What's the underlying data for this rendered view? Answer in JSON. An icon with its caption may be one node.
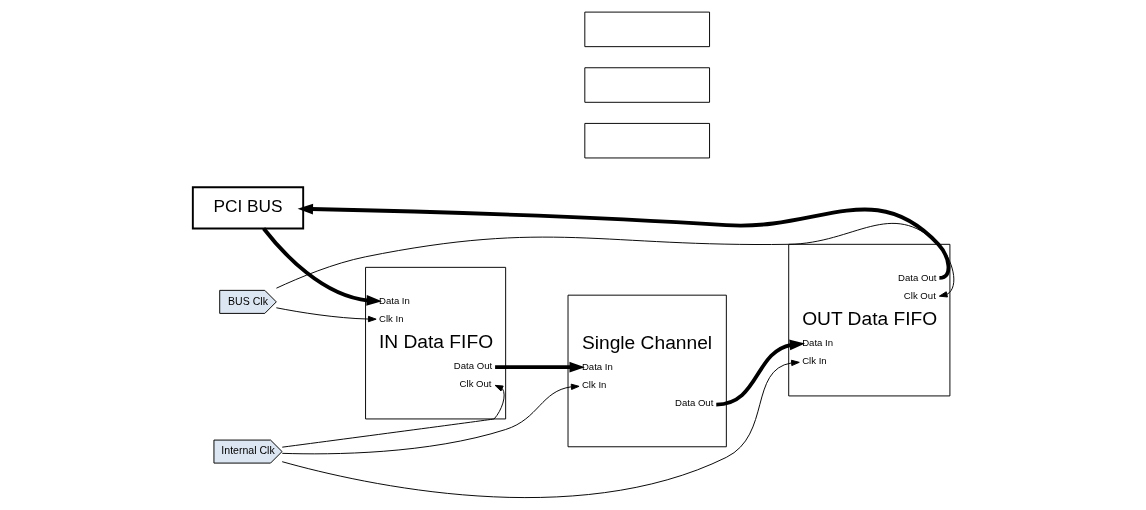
{
  "diagram": {
    "nodes": [
      {
        "text": [
          "PCI BUS"
        ]
      },
      {
        "text": [
          "BUS Clk"
        ]
      },
      {
        "text": [
          "Internal Clk"
        ]
      },
      {
        "text": [
          "Data In",
          "Clk In",
          "IN Data FIFO",
          "Data Out",
          "Clk Out"
        ]
      },
      {
        "text": [],
        "shape": "box"
      },
      {
        "text": [],
        "shape": "box"
      },
      {
        "text": [],
        "shape": "box"
      },
      {
        "text": [
          "Single Channel",
          "Data In",
          "Clk In",
          "Data Out"
        ]
      },
      {
        "text": [
          "Data Out",
          "Clk Out",
          "OUT Data FIFO",
          "Data In",
          "Clk In"
        ]
      }
    ],
    "edges": [
      {
        "from": 0,
        "to": 3,
        "arrow": "to",
        "style": "thick"
      },
      {
        "from": 1,
        "to": 3,
        "arrow": "to"
      },
      {
        "from": 1,
        "to": 8,
        "arrow": "to"
      },
      {
        "from": 8,
        "to": 0,
        "arrow": "to",
        "style": "thick"
      },
      {
        "from": 3,
        "to": 7,
        "arrow": "to",
        "style": "thick"
      },
      {
        "from": 7,
        "to": 8,
        "arrow": "to",
        "style": "thick"
      },
      {
        "from": 2,
        "to": 3,
        "arrow": "to"
      },
      {
        "from": 2,
        "to": 7,
        "arrow": "to"
      },
      {
        "from": 2,
        "to": 8,
        "arrow": "to"
      }
    ]
  }
}
